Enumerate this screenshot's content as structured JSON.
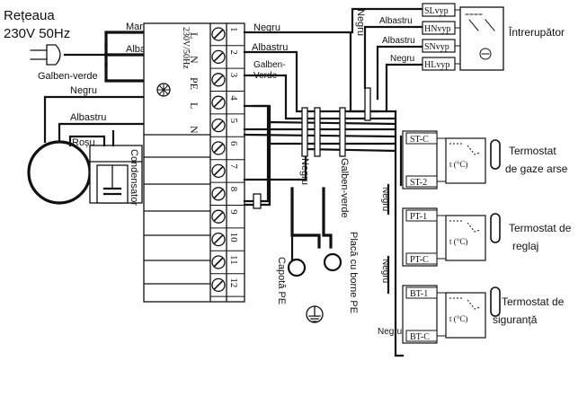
{
  "supply": {
    "line1": "Rețeaua",
    "line2": "230V 50Hz"
  },
  "wire_labels": {
    "maro": "Maro",
    "albastru_top": "Albastru",
    "galben_verde_left": "Galben-verde",
    "negru_left": "Negru",
    "albastru_left": "Albastru",
    "rosu": "Roșu",
    "negru_top": "Negru",
    "albastru_term": "Albastru",
    "galben_verde_term": "Galben-",
    "galben_verde_term2": "Verde",
    "negru_vertical": "Negru",
    "negru_mid": "Negru",
    "galben_verde_vertical": "Galben-verde",
    "negru_sw": "Negru",
    "albastru_sw1": "Albastru",
    "albastru_sw2": "Albastru",
    "negru_sw2": "Negru",
    "negru_th1": "Negru",
    "negru_th2": "Negru",
    "negru_th3": "Negru"
  },
  "components": {
    "condensator": "Condensator",
    "capota": "Capotă PE",
    "placa": "Placă cu borne PE",
    "intrerupator": "Întrerupător",
    "termostat_gaze_1": "Termostat",
    "termostat_gaze_2": "de gaze arse",
    "termostat_reglaj_1": "Termostat de",
    "termostat_reglaj_2": "reglaj",
    "termostat_sig_1": "Termostat de",
    "termostat_sig_2": "siguranță"
  },
  "terminal_block": {
    "rating": "230V/50Hz",
    "headers": [
      "L",
      "N",
      "PE",
      "L",
      "N"
    ],
    "numbers": [
      "1",
      "2",
      "3",
      "4",
      "5",
      "6",
      "7",
      "8",
      "9",
      "10",
      "11",
      "12"
    ]
  },
  "switch_terminals": [
    "SLvyp",
    "HNvyp",
    "SNvyp",
    "HLvyp"
  ],
  "thermostat_terminals": [
    "ST-C",
    "ST-2",
    "PT-1",
    "PT-C",
    "BT-1",
    "BT-C"
  ],
  "thermostat_temp": "t (°C)"
}
